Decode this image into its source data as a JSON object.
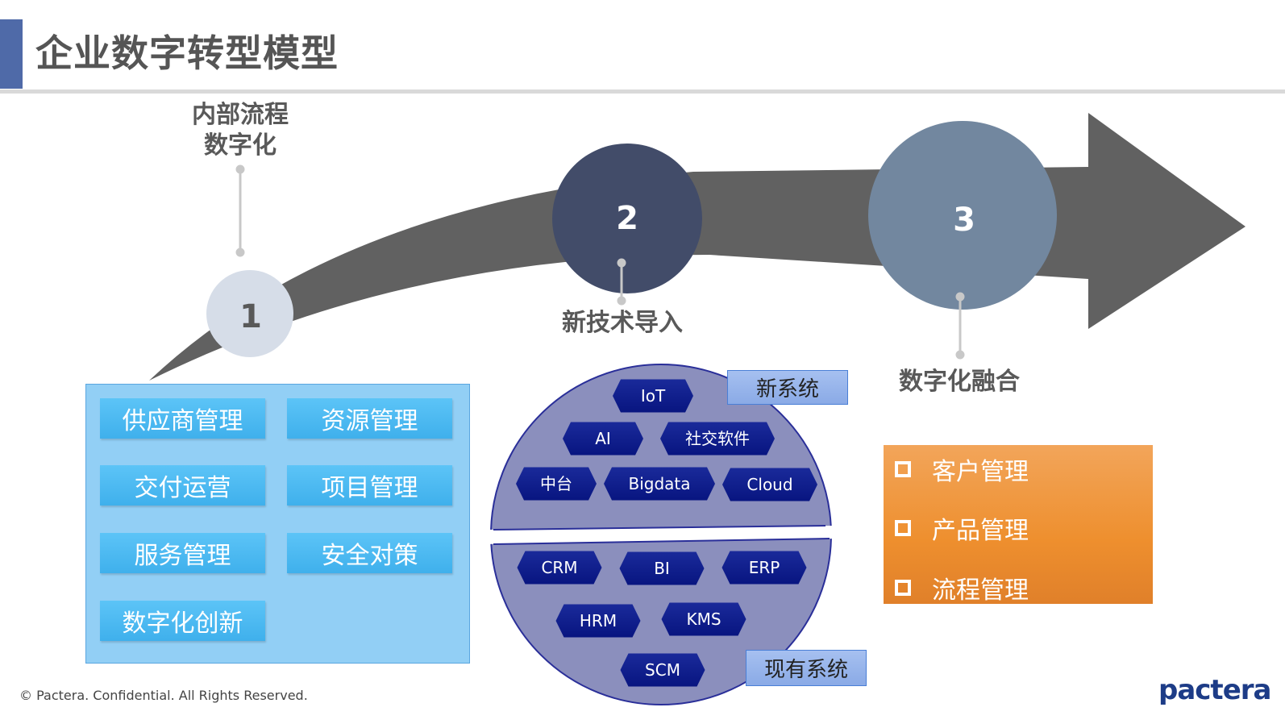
{
  "title": "企业数字转型模型",
  "stages": [
    {
      "number": "1",
      "label_line1": "内部流程",
      "label_line2": "数字化"
    },
    {
      "number": "2",
      "label": "新技术导入"
    },
    {
      "number": "3",
      "label": "数字化融合"
    }
  ],
  "internal_items": [
    "供应商管理",
    "资源管理",
    "交付运营",
    "项目管理",
    "服务管理",
    "安全对策",
    "数字化创新"
  ],
  "new_systems": {
    "label": "新系统",
    "items": [
      "IoT",
      "AI",
      "社交软件",
      "中台",
      "Bigdata",
      "Cloud"
    ]
  },
  "existing_systems": {
    "label": "现有系统",
    "items": [
      "CRM",
      "BI",
      "ERP",
      "HRM",
      "KMS",
      "SCM"
    ]
  },
  "fusion_items": [
    "客户管理",
    "产品管理",
    "流程管理"
  ],
  "footer": "© Pactera. Confidential. All Rights Reserved.",
  "logo": "pactera",
  "colors": {
    "accent": "#4f6aa8",
    "arrow": "#616161",
    "hex": "#0d1a8a",
    "orange": "#ee8f2e",
    "lightblue": "#92cff5"
  }
}
